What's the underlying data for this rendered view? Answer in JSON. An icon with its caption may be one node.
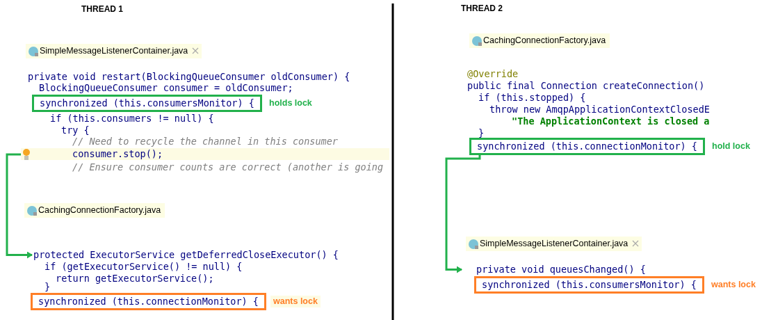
{
  "diagram": {
    "nodes": [
      {
        "text": [
          "synchronized (this.consumersMonitor) {"
        ],
        "beside": [
          "holds lock"
        ]
      },
      {
        "text": [
          "consumer.stop();"
        ]
      },
      {
        "text": [
          "protected ExecutorService getDeferredCloseExecutor() {"
        ]
      },
      {
        "text": [
          "synchronized (this.connectionMonitor) {"
        ],
        "beside": [
          "wants lock"
        ]
      },
      {
        "text": [
          "synchronized (this.connectionMonitor) {"
        ],
        "beside": [
          "hold lock"
        ]
      },
      {
        "text": [
          "private void queuesChanged() {"
        ]
      },
      {
        "text": [
          "synchronized (this.consumersMonitor) {"
        ],
        "beside": [
          "wants lock"
        ]
      }
    ],
    "edges": [
      {
        "from": 1,
        "to": 2,
        "arrow": "to"
      },
      {
        "from": 4,
        "to": 5,
        "arrow": "to"
      }
    ],
    "labels": [
      "THREAD 1",
      "SimpleMessageListenerContainer.java",
      "private void restart(BlockingQueueConsumer oldConsumer) {",
      "BlockingQueueConsumer consumer = oldConsumer;",
      "if (this.consumers != null) {",
      "try {",
      "// Need to recycle the channel in this consumer",
      "// Ensure consumer counts are correct (another is going",
      "CachingConnectionFactory.java",
      "if (getExecutorService() != null) {",
      "return getExecutorService();",
      "}",
      "THREAD 2",
      "CachingConnectionFactory.java",
      "@Override",
      "public final Connection createConnection()",
      "if (this.stopped) {",
      "throw new AmqpApplicationContextClosedE",
      "\"The ApplicationContext is closed a",
      "}",
      "SimpleMessageListenerContainer.java"
    ]
  }
}
